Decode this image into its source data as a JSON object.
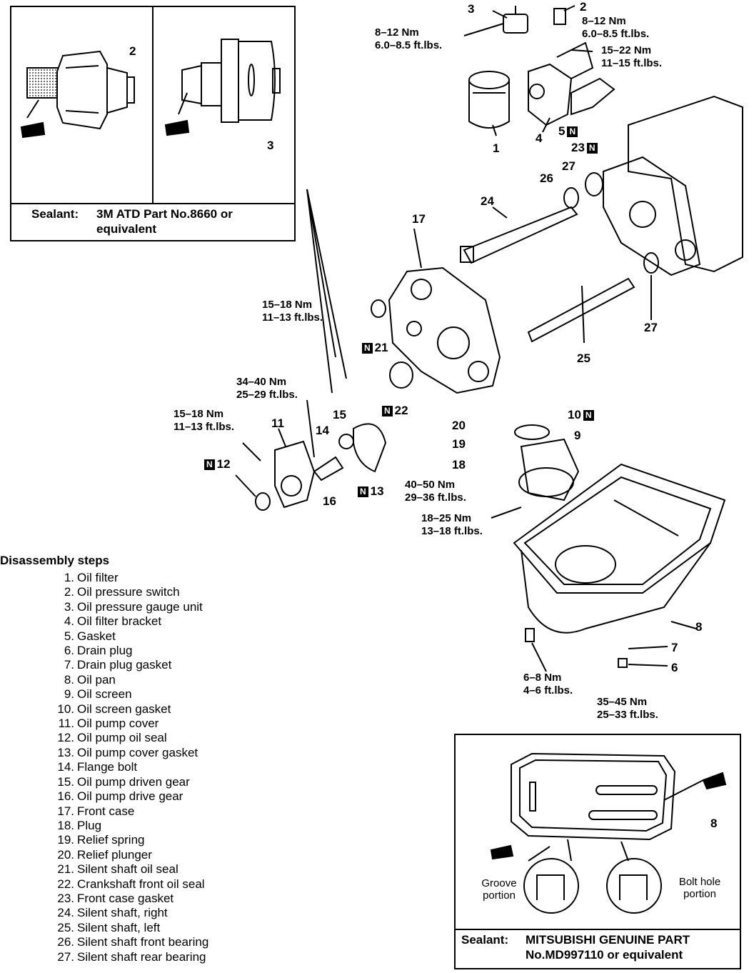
{
  "inset_top": {
    "labels": [
      "2",
      "3"
    ],
    "sealant_label": "Sealant:",
    "sealant_text_line1": "3M ATD Part No.8660 or",
    "sealant_text_line2": "equivalent"
  },
  "inset_bottom": {
    "label": "8",
    "groove": [
      "Groove",
      "portion"
    ],
    "bolthole": [
      "Bolt hole",
      "portion"
    ],
    "sealant_label": "Sealant:",
    "sealant_text_line1": "MITSUBISHI GENUINE PART",
    "sealant_text_line2": "No.MD997110 or equivalent"
  },
  "new_part_marker": "N",
  "callouts": [
    {
      "id": "1",
      "new": false
    },
    {
      "id": "2",
      "new": false
    },
    {
      "id": "3",
      "new": false
    },
    {
      "id": "4",
      "new": false
    },
    {
      "id": "5",
      "new": true
    },
    {
      "id": "6",
      "new": false
    },
    {
      "id": "7",
      "new": false
    },
    {
      "id": "8",
      "new": false
    },
    {
      "id": "9",
      "new": false
    },
    {
      "id": "10",
      "new": true
    },
    {
      "id": "11",
      "new": false
    },
    {
      "id": "12",
      "new": true
    },
    {
      "id": "13",
      "new": true
    },
    {
      "id": "14",
      "new": false
    },
    {
      "id": "15",
      "new": false
    },
    {
      "id": "16",
      "new": false
    },
    {
      "id": "17",
      "new": false
    },
    {
      "id": "18",
      "new": false
    },
    {
      "id": "19",
      "new": false
    },
    {
      "id": "20",
      "new": false
    },
    {
      "id": "21",
      "new": true
    },
    {
      "id": "22",
      "new": true
    },
    {
      "id": "23",
      "new": true
    },
    {
      "id": "24",
      "new": false
    },
    {
      "id": "25",
      "new": false
    },
    {
      "id": "26",
      "new": false
    },
    {
      "id": "27",
      "new": false
    },
    {
      "id": "27",
      "new": false
    }
  ],
  "torques": [
    {
      "nm": "8–12 Nm",
      "ft": "6.0–8.5 ft.lbs."
    },
    {
      "nm": "8–12 Nm",
      "ft": "6.0–8.5 ft.lbs."
    },
    {
      "nm": "15–22 Nm",
      "ft": "11–15 ft.lbs."
    },
    {
      "nm": "15–18 Nm",
      "ft": "11–13 ft.lbs."
    },
    {
      "nm": "34–40 Nm",
      "ft": "25–29 ft.lbs."
    },
    {
      "nm": "15–18 Nm",
      "ft": "11–13 ft.lbs."
    },
    {
      "nm": "40–50 Nm",
      "ft": "29–36 ft.lbs."
    },
    {
      "nm": "18–25 Nm",
      "ft": "13–18 ft.lbs."
    },
    {
      "nm": "6–8 Nm",
      "ft": "4–6 ft.lbs."
    },
    {
      "nm": "35–45 Nm",
      "ft": "25–33 ft.lbs."
    }
  ],
  "steps": {
    "title": "Disassembly steps",
    "items": [
      "Oil filter",
      "Oil pressure switch",
      "Oil pressure gauge unit",
      "Oil filter bracket",
      "Gasket",
      "Drain plug",
      "Drain plug gasket",
      "Oil pan",
      "Oil screen",
      "Oil screen gasket",
      "Oil pump cover",
      "Oil pump oil seal",
      "Oil pump cover gasket",
      "Flange bolt",
      "Oil pump driven gear",
      "Oil pump drive gear",
      "Front case",
      "Plug",
      "Relief spring",
      "Relief plunger",
      "Silent shaft oil seal",
      "Crankshaft front oil seal",
      "Front case gasket",
      "Silent shaft, right",
      "Silent shaft, left",
      "Silent shaft front bearing",
      "Silent shaft rear bearing"
    ]
  }
}
